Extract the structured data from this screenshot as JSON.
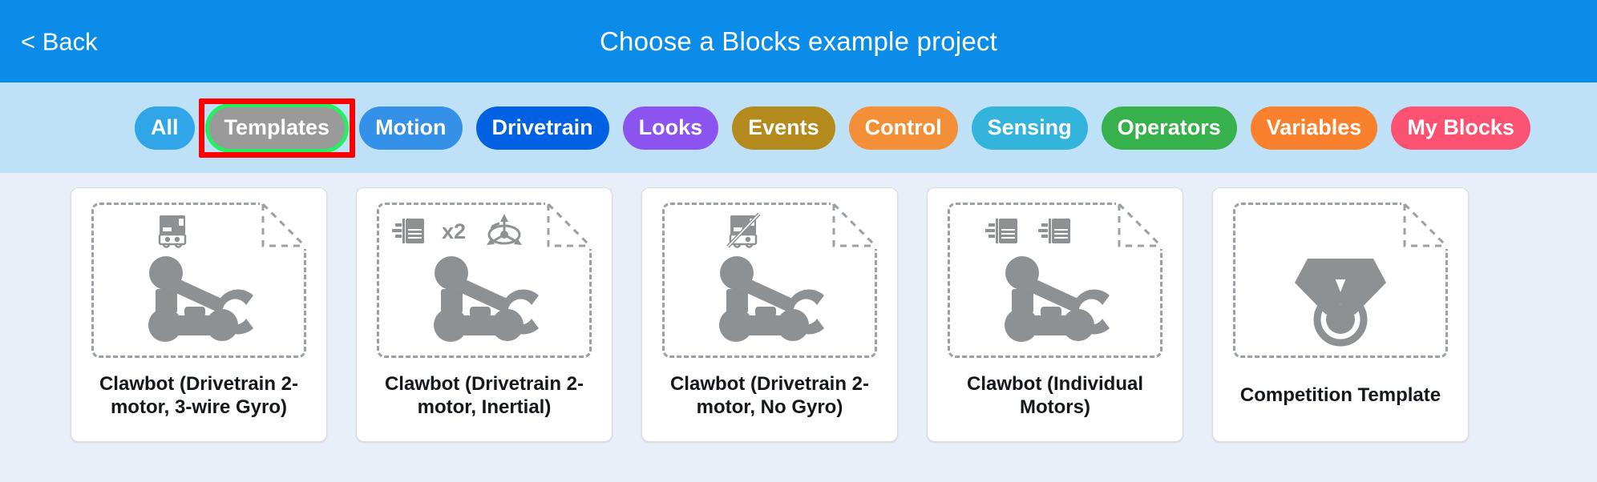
{
  "header": {
    "back_label": "< Back",
    "title": "Choose a Blocks example project",
    "bg_color": "#0c8ce9"
  },
  "filter_bar": {
    "bg_color": "#bfe1f7",
    "selected": "Templates",
    "highlight": {
      "ring_color": "#25f064",
      "annotation_box_color": "#ff0000"
    },
    "pills": [
      {
        "label": "All",
        "color": "#30a5e8"
      },
      {
        "label": "Templates",
        "color": "#9a9a9a"
      },
      {
        "label": "Motion",
        "color": "#3590e8"
      },
      {
        "label": "Drivetrain",
        "color": "#0062e3"
      },
      {
        "label": "Looks",
        "color": "#8c54ef"
      },
      {
        "label": "Events",
        "color": "#b58a1d"
      },
      {
        "label": "Control",
        "color": "#f38f36"
      },
      {
        "label": "Sensing",
        "color": "#33b4dc"
      },
      {
        "label": "Operators",
        "color": "#36b14b"
      },
      {
        "label": "Variables",
        "color": "#f9802d"
      },
      {
        "label": "My Blocks",
        "color": "#fb5271"
      }
    ]
  },
  "content": {
    "bg_color": "#e8eff9",
    "cards": [
      {
        "label": "Clawbot (Drivetrain 2-motor, 3-wire Gyro)",
        "main_icon": "clawbot-icon",
        "badges": [
          "gyro-sensor-icon"
        ],
        "badge_multiplier": ""
      },
      {
        "label": "Clawbot (Drivetrain 2-motor, Inertial)",
        "main_icon": "clawbot-icon",
        "badges": [
          "motor-icon",
          "inertial-sensor-icon"
        ],
        "badge_multiplier": "x2"
      },
      {
        "label": "Clawbot (Drivetrain 2-motor, No Gyro)",
        "main_icon": "clawbot-icon",
        "badges": [
          "no-gyro-sensor-icon"
        ],
        "badge_multiplier": ""
      },
      {
        "label": "Clawbot (Individual Motors)",
        "main_icon": "clawbot-icon",
        "badges": [
          "motor-icon",
          "motor-icon"
        ],
        "badge_multiplier": ""
      },
      {
        "label": "Competition Template",
        "main_icon": "medal-icon",
        "badges": [],
        "badge_multiplier": ""
      }
    ]
  }
}
